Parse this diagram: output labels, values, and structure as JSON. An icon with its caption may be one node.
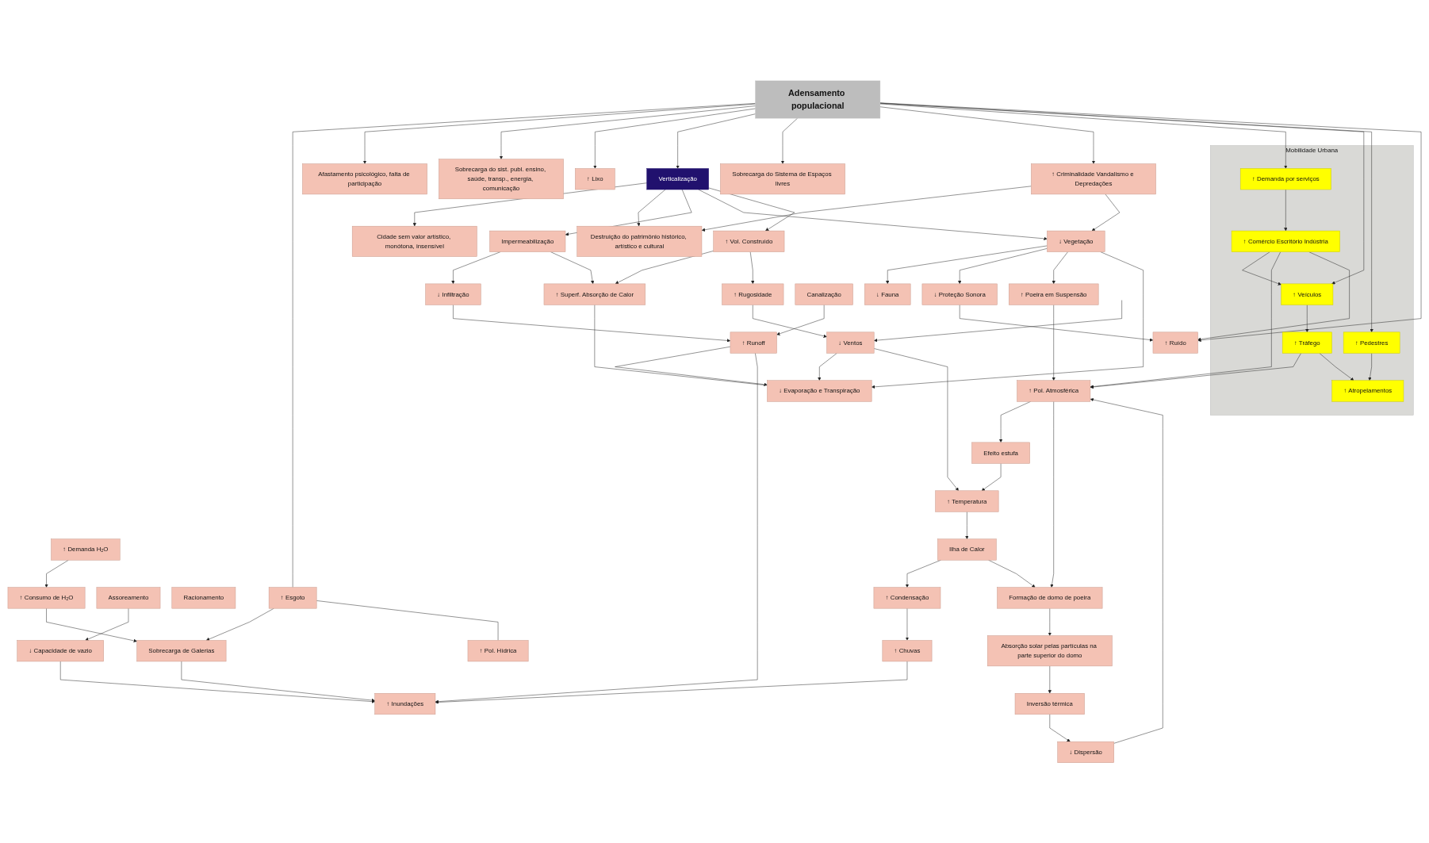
{
  "diagram": {
    "nodes": [
      {
        "text": [
          "Adensamento populacional"
        ]
      },
      {
        "text": [
          "Mobilidade Urbana"
        ]
      },
      {
        "text": [
          "Afastamento psicológico, falta de participação"
        ]
      },
      {
        "text": [
          "Sobrecarga do sist. publ. ensino, saúde, transp., energia, comunicação"
        ]
      },
      {
        "text": [
          "↑ Lixo"
        ]
      },
      {
        "text": [
          "Verticalização"
        ]
      },
      {
        "text": [
          "Sobrecarga do Sistema de Espaços livres"
        ]
      },
      {
        "text": [
          "↑ Criminalidade Vandalismo e Depredações"
        ]
      },
      {
        "text": [
          "↑ Demanda por serviços"
        ],
        "in": 1
      },
      {
        "text": [
          "↑ Comércio Escritório Indústria"
        ],
        "in": 1
      },
      {
        "text": [
          "Cidade sem valor artístico, monótona, insensível"
        ]
      },
      {
        "text": [
          "Destruição do patrimônio histórico, artístico e cultural"
        ]
      },
      {
        "text": [
          "↑ Veículos"
        ],
        "in": 1
      },
      {
        "text": [
          "Impermeabilização"
        ]
      },
      {
        "text": [
          "↑ Vol. Construído"
        ]
      },
      {
        "text": [
          "↓ Vegetação"
        ]
      },
      {
        "text": [
          "↑ Tráfego"
        ],
        "in": 1
      },
      {
        "text": [
          "↑ Pedestres"
        ],
        "in": 1
      },
      {
        "text": [
          "↓ Fauna"
        ]
      },
      {
        "text": [
          "↑ Rugosidade"
        ]
      },
      {
        "text": [
          "↑ Esgoto"
        ]
      },
      {
        "text": [
          "↓ Infiltração"
        ]
      },
      {
        "text": [
          "Canalização"
        ]
      },
      {
        "text": [
          "↑ Superf. Absorção de Calor"
        ]
      },
      {
        "text": [
          "↓ Proteção Sonora"
        ]
      },
      {
        "text": [
          "↑ Atropelamentos"
        ],
        "in": 1
      },
      {
        "text": [
          "↓ Ventos"
        ]
      },
      {
        "text": [
          "↑ Runoff"
        ]
      },
      {
        "text": [
          "↓ Evaporação e Transpiração"
        ]
      },
      {
        "text": [
          "↑ Poeira em Suspensão"
        ]
      },
      {
        "text": [
          "Assoreamento"
        ]
      },
      {
        "text": [
          "↑ Demanda H₂O"
        ]
      },
      {
        "text": [
          "↑ Ruído"
        ]
      },
      {
        "text": [
          "Racionamento"
        ]
      },
      {
        "text": [
          "↓ Capacidade de vazio"
        ]
      },
      {
        "text": [
          "↑ Temperatura"
        ]
      },
      {
        "text": [
          "Efeito estufa"
        ]
      },
      {
        "text": [
          "↑ Pol. Atmosférica"
        ]
      },
      {
        "text": [
          "↑ Consumo de H₂O"
        ]
      },
      {
        "text": [
          "↓ Dispersão"
        ]
      },
      {
        "text": [
          "↑ Chuvas"
        ]
      },
      {
        "text": [
          "Sobrecarga de Galerias"
        ]
      },
      {
        "text": [
          "↑ Condensação"
        ]
      },
      {
        "text": [
          "Ilha de Calor"
        ]
      },
      {
        "text": [
          "Formação de domo de poeira"
        ]
      },
      {
        "text": [
          "Absorção solar pelas partículas na parte superior do domo"
        ]
      },
      {
        "text": [
          "Inversão térmica"
        ]
      },
      {
        "text": [
          "↑ Inundações"
        ]
      },
      {
        "text": [
          "↑ Pol. Hídrica"
        ]
      }
    ],
    "edges": [
      {
        "from": 0,
        "to": 20,
        "arrow": "none"
      },
      {
        "from": 20,
        "to": 41,
        "arrow": "to"
      },
      {
        "from": 20,
        "to": 48,
        "arrow": "none"
      },
      {
        "from": 31,
        "to": 38,
        "arrow": "to"
      },
      {
        "from": 38,
        "to": 41,
        "arrow": "to"
      },
      {
        "from": 0,
        "to": 2,
        "arrow": "to"
      },
      {
        "from": 0,
        "to": 3,
        "arrow": "to"
      },
      {
        "from": 0,
        "to": 4,
        "arrow": "to"
      },
      {
        "from": 0,
        "to": 5,
        "arrow": "to"
      },
      {
        "from": 0,
        "to": 6,
        "arrow": "to"
      },
      {
        "from": 0,
        "to": 7,
        "arrow": "to"
      },
      {
        "from": 0,
        "to": 8,
        "arrow": "to"
      },
      {
        "from": 0,
        "to": 12,
        "arrow": "to"
      },
      {
        "from": 0,
        "to": 17,
        "arrow": "to"
      },
      {
        "from": 0,
        "to": 32,
        "arrow": "to"
      },
      {
        "from": 5,
        "to": 10,
        "arrow": "to"
      },
      {
        "from": 5,
        "to": 11,
        "arrow": "to"
      },
      {
        "from": 5,
        "to": 13,
        "arrow": "to"
      },
      {
        "from": 5,
        "to": 15,
        "arrow": "to"
      },
      {
        "from": 5,
        "to": 14,
        "arrow": "to"
      },
      {
        "from": 7,
        "to": 11,
        "arrow": "to"
      },
      {
        "from": 7,
        "to": 15,
        "arrow": "to"
      },
      {
        "from": 8,
        "to": 9,
        "arrow": "to"
      },
      {
        "from": 9,
        "to": 12,
        "arrow": "to"
      },
      {
        "from": 9,
        "to": 37,
        "arrow": "to"
      },
      {
        "from": 9,
        "to": 32,
        "arrow": "to"
      },
      {
        "from": 12,
        "to": 16,
        "arrow": "to"
      },
      {
        "from": 16,
        "to": 37,
        "arrow": "to"
      },
      {
        "from": 16,
        "to": 25,
        "arrow": "to"
      },
      {
        "from": 17,
        "to": 25,
        "arrow": "to"
      },
      {
        "from": 13,
        "to": 21,
        "arrow": "to"
      },
      {
        "from": 13,
        "to": 23,
        "arrow": "to"
      },
      {
        "from": 14,
        "to": 23,
        "arrow": "to"
      },
      {
        "from": 14,
        "to": 19,
        "arrow": "to"
      },
      {
        "from": 15,
        "to": 18,
        "arrow": "to"
      },
      {
        "from": 15,
        "to": 24,
        "arrow": "to"
      },
      {
        "from": 15,
        "to": 29,
        "arrow": "to"
      },
      {
        "from": 15,
        "to": 28,
        "arrow": "to"
      },
      {
        "from": 19,
        "to": 26,
        "arrow": "to"
      },
      {
        "from": null,
        "to": 26,
        "arrow": "to"
      },
      {
        "from": 21,
        "to": 27,
        "arrow": "to"
      },
      {
        "from": 22,
        "to": 27,
        "arrow": "to"
      },
      {
        "from": 23,
        "to": 28,
        "arrow": "none"
      },
      {
        "from": 24,
        "to": 32,
        "arrow": "to"
      },
      {
        "from": 26,
        "to": 28,
        "arrow": "to"
      },
      {
        "from": 26,
        "to": 35,
        "arrow": "to"
      },
      {
        "from": 27,
        "to": 28,
        "arrow": "to"
      },
      {
        "from": 27,
        "to": 47,
        "arrow": "to"
      },
      {
        "from": 29,
        "to": 37,
        "arrow": "to"
      },
      {
        "from": 30,
        "to": 34,
        "arrow": "to"
      },
      {
        "from": 34,
        "to": 47,
        "arrow": "to"
      },
      {
        "from": 41,
        "to": 47,
        "arrow": "to"
      },
      {
        "from": 37,
        "to": 36,
        "arrow": "to"
      },
      {
        "from": 36,
        "to": 35,
        "arrow": "to"
      },
      {
        "from": 37,
        "to": 44,
        "arrow": "to"
      },
      {
        "from": 39,
        "to": 37,
        "arrow": "to"
      },
      {
        "from": 35,
        "to": 43,
        "arrow": "to"
      },
      {
        "from": 43,
        "to": 42,
        "arrow": "to"
      },
      {
        "from": 43,
        "to": 44,
        "arrow": "to"
      },
      {
        "from": 44,
        "to": 45,
        "arrow": "to"
      },
      {
        "from": 45,
        "to": 46,
        "arrow": "to"
      },
      {
        "from": 46,
        "to": 39,
        "arrow": "to"
      },
      {
        "from": 42,
        "to": 40,
        "arrow": "to"
      },
      {
        "from": 40,
        "to": 47,
        "arrow": "to"
      }
    ]
  }
}
